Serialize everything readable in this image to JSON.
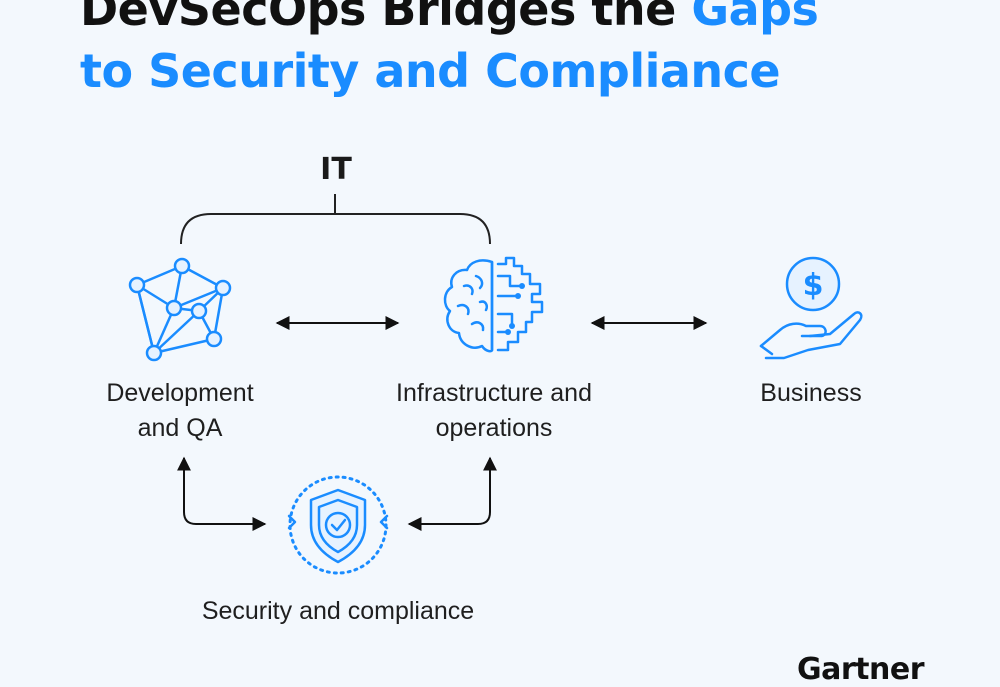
{
  "title": {
    "part1": "DevSecOps Bridges the ",
    "part2": "Gaps",
    "line2": "to Security and Compliance"
  },
  "diagram": {
    "group_label": "IT",
    "nodes": {
      "dev": {
        "line1": "Development",
        "line2": "and QA",
        "icon": "network-icon"
      },
      "infra": {
        "line1": "Infrastructure and",
        "line2": "operations",
        "icon": "brain-circuit-icon"
      },
      "business": {
        "line1": "Business",
        "icon": "hand-coin-icon"
      },
      "security": {
        "line1": "Security and compliance",
        "icon": "shield-check-icon"
      }
    },
    "connections": [
      {
        "from": "dev",
        "to": "infra",
        "style": "bidirectional"
      },
      {
        "from": "infra",
        "to": "business",
        "style": "bidirectional"
      },
      {
        "from": "dev",
        "to": "security",
        "style": "bidirectional"
      },
      {
        "from": "infra",
        "to": "security",
        "style": "bidirectional"
      }
    ]
  },
  "brand": {
    "logo_text": "Gartner"
  },
  "colors": {
    "accent": "#1a8cff",
    "text": "#1a1a1a",
    "background": "#f3f8fd"
  }
}
